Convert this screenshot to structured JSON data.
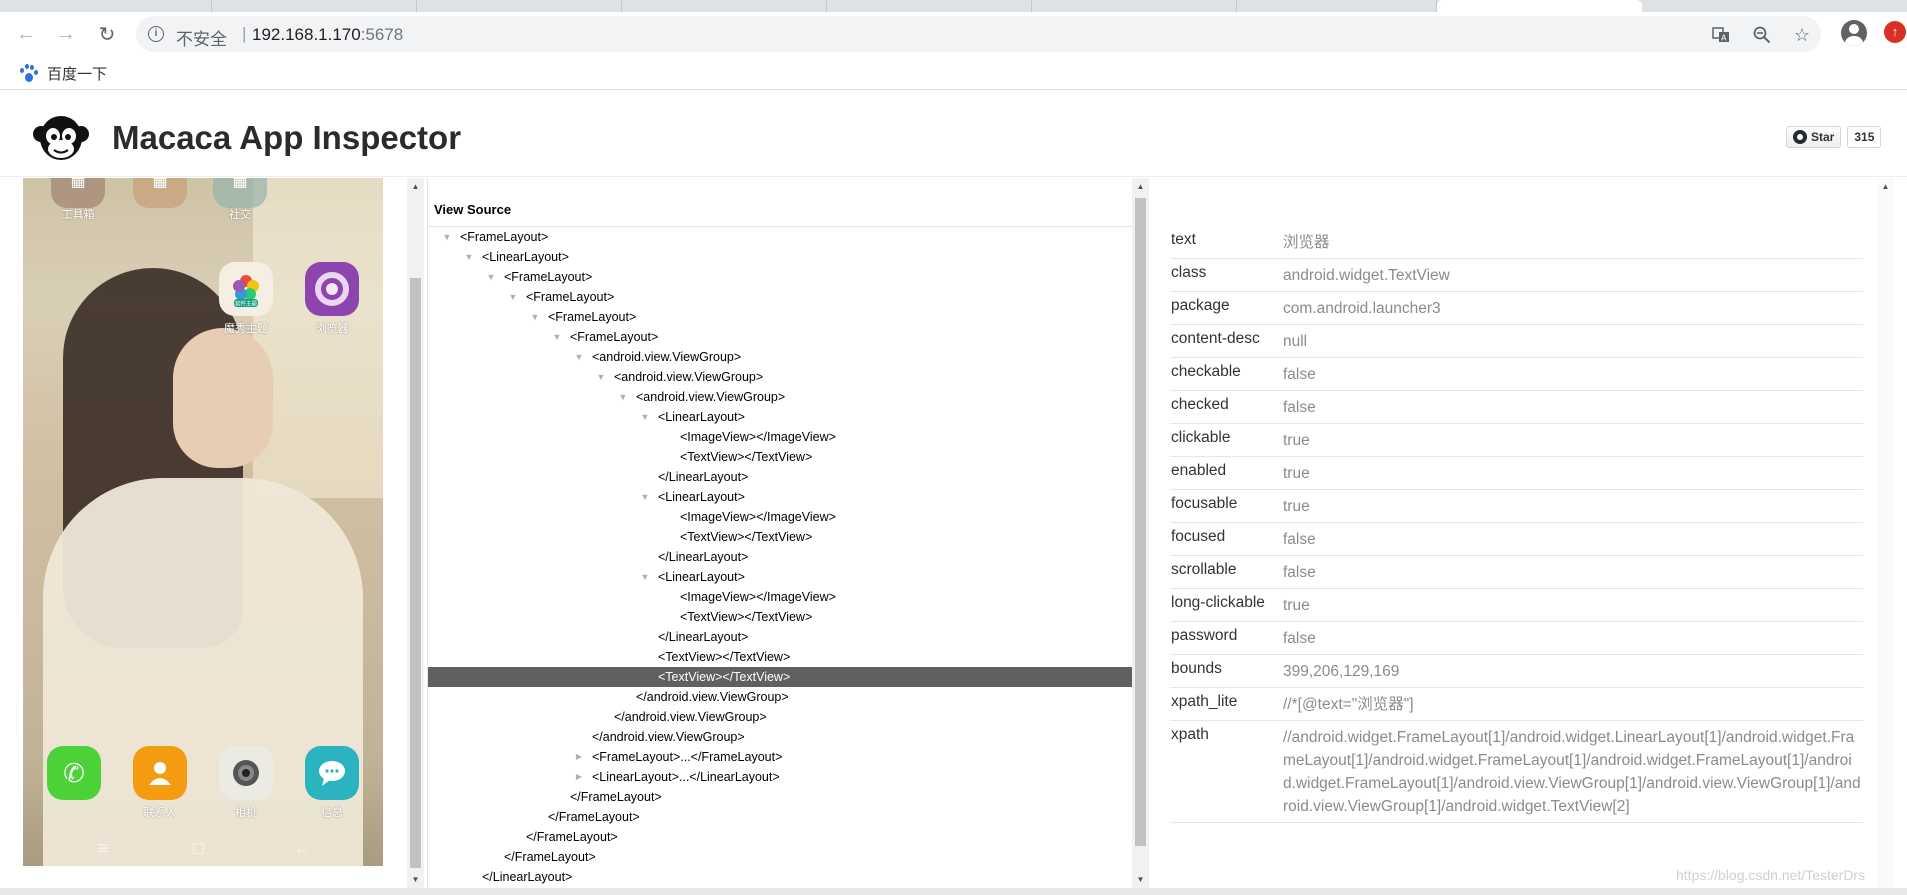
{
  "browser": {
    "insecure_label": "不安全",
    "separator": "|",
    "url_host": "192.168.1.170",
    "url_port": ":5678",
    "bookmark_label": "百度一下",
    "icons": [
      "back-icon",
      "forward-icon",
      "reload-icon",
      "info-icon",
      "translate-icon",
      "zoom-out-icon",
      "star-icon",
      "profile-icon",
      "extension-icon"
    ]
  },
  "app": {
    "title": "Macaca App Inspector",
    "star_label": "Star",
    "star_count": "315"
  },
  "phone": {
    "apps_top": [
      {
        "label": "工具箱"
      },
      {
        "label": ""
      },
      {
        "label": "社交"
      }
    ],
    "apps_middle": [
      {
        "label": "魔秀主题",
        "badge": "软件主题"
      },
      {
        "label": "浏览器"
      }
    ],
    "dock": [
      {
        "label": ""
      },
      {
        "label": "联系人"
      },
      {
        "label": "相机"
      },
      {
        "label": "信息"
      }
    ]
  },
  "source": {
    "title": "View Source",
    "nodes": [
      {
        "text": "<FrameLayout>",
        "depth": 0,
        "toggle": "expanded"
      },
      {
        "text": "<LinearLayout>",
        "depth": 1,
        "toggle": "expanded"
      },
      {
        "text": "<FrameLayout>",
        "depth": 2,
        "toggle": "expanded"
      },
      {
        "text": "<FrameLayout>",
        "depth": 3,
        "toggle": "expanded"
      },
      {
        "text": "<FrameLayout>",
        "depth": 4,
        "toggle": "expanded"
      },
      {
        "text": "<FrameLayout>",
        "depth": 5,
        "toggle": "expanded"
      },
      {
        "text": "<android.view.ViewGroup>",
        "depth": 6,
        "toggle": "expanded"
      },
      {
        "text": "<android.view.ViewGroup>",
        "depth": 7,
        "toggle": "expanded"
      },
      {
        "text": "<android.view.ViewGroup>",
        "depth": 8,
        "toggle": "expanded"
      },
      {
        "text": "<LinearLayout>",
        "depth": 9,
        "toggle": "expanded"
      },
      {
        "text": "<ImageView></ImageView>",
        "depth": 10,
        "toggle": "none"
      },
      {
        "text": "<TextView></TextView>",
        "depth": 10,
        "toggle": "none"
      },
      {
        "text": "</LinearLayout>",
        "depth": 9,
        "toggle": "none"
      },
      {
        "text": "<LinearLayout>",
        "depth": 9,
        "toggle": "expanded"
      },
      {
        "text": "<ImageView></ImageView>",
        "depth": 10,
        "toggle": "none"
      },
      {
        "text": "<TextView></TextView>",
        "depth": 10,
        "toggle": "none"
      },
      {
        "text": "</LinearLayout>",
        "depth": 9,
        "toggle": "none"
      },
      {
        "text": "<LinearLayout>",
        "depth": 9,
        "toggle": "expanded"
      },
      {
        "text": "<ImageView></ImageView>",
        "depth": 10,
        "toggle": "none"
      },
      {
        "text": "<TextView></TextView>",
        "depth": 10,
        "toggle": "none"
      },
      {
        "text": "</LinearLayout>",
        "depth": 9,
        "toggle": "none"
      },
      {
        "text": "<TextView></TextView>",
        "depth": 9,
        "toggle": "none"
      },
      {
        "text": "<TextView></TextView>",
        "depth": 9,
        "toggle": "none",
        "selected": true
      },
      {
        "text": "</android.view.ViewGroup>",
        "depth": 8,
        "toggle": "none"
      },
      {
        "text": "</android.view.ViewGroup>",
        "depth": 7,
        "toggle": "none"
      },
      {
        "text": "</android.view.ViewGroup>",
        "depth": 6,
        "toggle": "none"
      },
      {
        "text": "<FrameLayout>...</FrameLayout>",
        "depth": 6,
        "toggle": "collapsed"
      },
      {
        "text": "<LinearLayout>...</LinearLayout>",
        "depth": 6,
        "toggle": "collapsed"
      },
      {
        "text": "</FrameLayout>",
        "depth": 5,
        "toggle": "none"
      },
      {
        "text": "</FrameLayout>",
        "depth": 4,
        "toggle": "none"
      },
      {
        "text": "</FrameLayout>",
        "depth": 3,
        "toggle": "none"
      },
      {
        "text": "</FrameLayout>",
        "depth": 2,
        "toggle": "none"
      },
      {
        "text": "</LinearLayout>",
        "depth": 1,
        "toggle": "none"
      }
    ]
  },
  "attributes": [
    {
      "key": "text",
      "value": "浏览器"
    },
    {
      "key": "class",
      "value": "android.widget.TextView"
    },
    {
      "key": "package",
      "value": "com.android.launcher3"
    },
    {
      "key": "content-desc",
      "value": "null"
    },
    {
      "key": "checkable",
      "value": "false"
    },
    {
      "key": "checked",
      "value": "false"
    },
    {
      "key": "clickable",
      "value": "true"
    },
    {
      "key": "enabled",
      "value": "true"
    },
    {
      "key": "focusable",
      "value": "true"
    },
    {
      "key": "focused",
      "value": "false"
    },
    {
      "key": "scrollable",
      "value": "false"
    },
    {
      "key": "long-clickable",
      "value": "true"
    },
    {
      "key": "password",
      "value": "false"
    },
    {
      "key": "bounds",
      "value": "399,206,129,169"
    },
    {
      "key": "xpath_lite",
      "value": "//*[@text=\"浏览器\"]"
    },
    {
      "key": "xpath",
      "value": "//android.widget.FrameLayout[1]/android.widget.LinearLayout[1]/android.widget.FrameLayout[1]/android.widget.FrameLayout[1]/android.widget.FrameLayout[1]/android.widget.FrameLayout[1]/android.view.ViewGroup[1]/android.view.ViewGroup[1]/android.view.ViewGroup[1]/android.widget.TextView[2]"
    }
  ],
  "watermark": "https://blog.csdn.net/TesterDrs",
  "colors": {
    "selected_row": "#606060",
    "attr_value": "#8b8b8b",
    "phone_green": "#4cd137",
    "phone_orange": "#f39c12"
  }
}
